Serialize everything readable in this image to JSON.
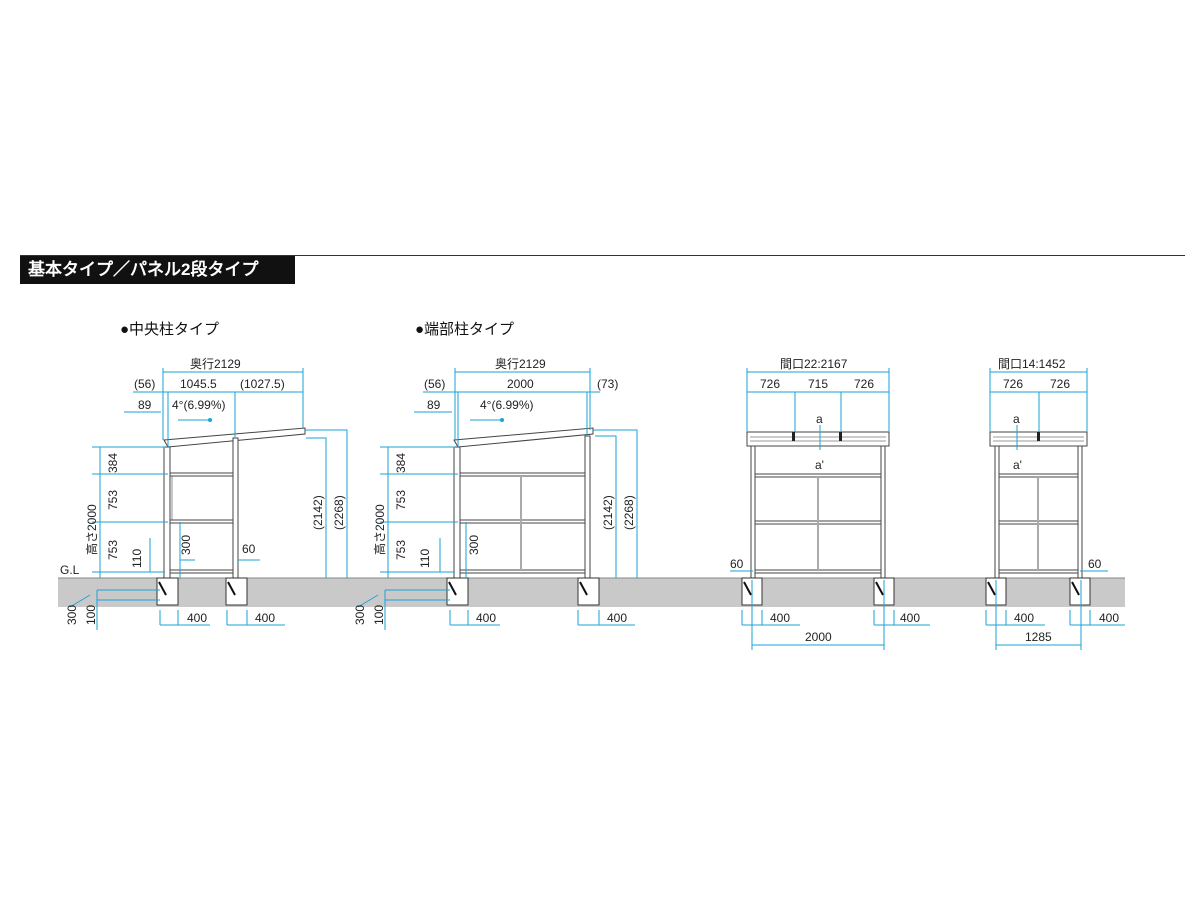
{
  "section_title": "基本タイプ／パネル2段タイプ",
  "subtitles": {
    "center_post": "●中央柱タイプ",
    "end_post": "●端部柱タイプ"
  },
  "ground_label": "G.L",
  "side_center": {
    "depth": "奥行2129",
    "front_overhang": "(56)",
    "span": "1045.5",
    "rear": "(1027.5)",
    "post_offset": "89",
    "slope": "4°(6.99%)",
    "height": "高さ2000",
    "h_top": "384",
    "h_mid": "753",
    "h_low": "753",
    "h_base": "110",
    "door_h": "300",
    "post_w": "60",
    "h_eave": "(2142)",
    "h_peak": "(2268)",
    "depth_found": "300",
    "found_ext": "100",
    "found_w1": "400",
    "found_w2": "400"
  },
  "side_end": {
    "depth": "奥行2129",
    "front_overhang": "(56)",
    "span": "2000",
    "rear": "(73)",
    "post_offset": "89",
    "slope": "4°(6.99%)",
    "height": "高さ2000",
    "h_top": "384",
    "h_mid": "753",
    "h_low": "753",
    "h_base": "110",
    "door_h": "300",
    "h_eave": "(2142)",
    "h_peak": "(2268)",
    "depth_found": "300",
    "found_ext": "100",
    "found_w1": "400",
    "found_w2": "400"
  },
  "front_22": {
    "width": "間口22:2167",
    "seg1": "726",
    "seg2": "715",
    "seg3": "726",
    "mark_a": "a",
    "mark_a2": "a'",
    "post_w": "60",
    "found_w1": "400",
    "found_w2": "400",
    "post_span": "2000"
  },
  "front_14": {
    "width": "間口14:1452",
    "seg1": "726",
    "seg2": "726",
    "mark_a": "a",
    "mark_a2": "a'",
    "post_w": "60",
    "found_w1": "400",
    "found_w2": "400",
    "post_span": "1285"
  }
}
